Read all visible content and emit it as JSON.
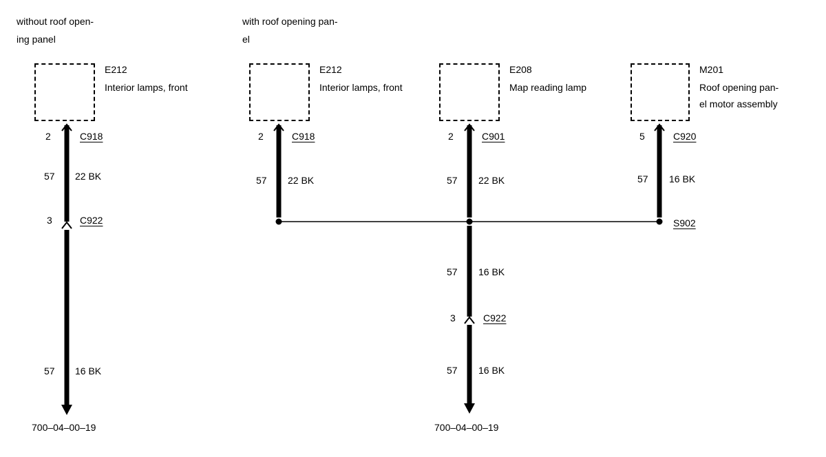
{
  "sections": {
    "left_title": [
      "without roof open-",
      "ing panel"
    ],
    "right_title": [
      "with roof opening pan-",
      "el"
    ]
  },
  "components": {
    "e212_left": {
      "id": "E212",
      "name": "Interior lamps, front"
    },
    "e212_right": {
      "id": "E212",
      "name": "Interior lamps, front"
    },
    "e208": {
      "id": "E208",
      "name": "Map reading lamp"
    },
    "m201": {
      "id": "M201",
      "name_lines": [
        "Roof opening pan-",
        "el motor assembly"
      ]
    }
  },
  "connectors": {
    "left_c918": {
      "pin": "2",
      "name": "C918"
    },
    "left_c922": {
      "pin": "3",
      "name": "C922"
    },
    "e212_c918": {
      "pin": "2",
      "name": "C918"
    },
    "e208_c901": {
      "pin": "2",
      "name": "C901"
    },
    "m201_c920": {
      "pin": "5",
      "name": "C920"
    },
    "mid_c922": {
      "pin": "3",
      "name": "C922"
    }
  },
  "splice": {
    "name": "S902"
  },
  "wires": {
    "left_top": {
      "circuit": "57",
      "gauge_color": "22 BK"
    },
    "left_bottom": {
      "circuit": "57",
      "gauge_color": "16 BK"
    },
    "e212_wire": {
      "circuit": "57",
      "gauge_color": "22 BK"
    },
    "e208_wire": {
      "circuit": "57",
      "gauge_color": "22 BK"
    },
    "m201_wire": {
      "circuit": "57",
      "gauge_color": "16 BK"
    },
    "mid_lower1": {
      "circuit": "57",
      "gauge_color": "16 BK"
    },
    "mid_lower2": {
      "circuit": "57",
      "gauge_color": "16 BK"
    }
  },
  "references": {
    "left": "700–04–00–19",
    "right": "700–04–00–19"
  }
}
